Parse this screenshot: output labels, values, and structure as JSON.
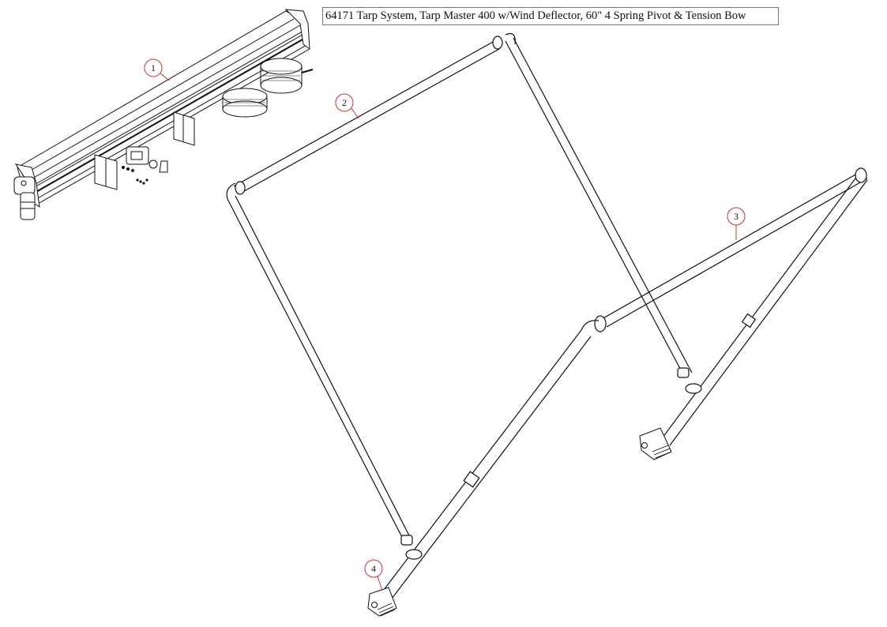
{
  "title": "64171 Tarp System, Tarp Master 400 w/Wind Deflector, 60\" 4 Spring Pivot & Tension Bow",
  "callouts": [
    {
      "label": "1"
    },
    {
      "label": "2"
    },
    {
      "label": "3"
    },
    {
      "label": "4"
    }
  ],
  "colors": {
    "callout": "#e03030",
    "line": "#111111"
  }
}
